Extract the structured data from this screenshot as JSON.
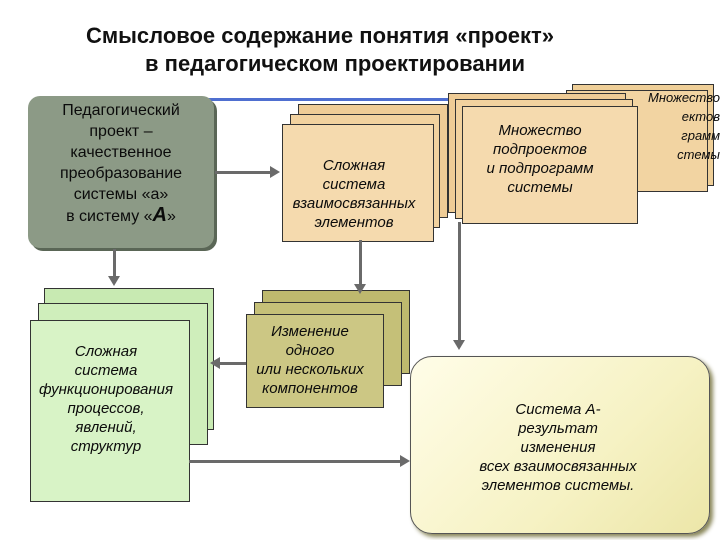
{
  "title": {
    "line1": "Смысловое содержание понятия «проект»",
    "line2": "в педагогическом проектировании"
  },
  "pedagogical_project": {
    "line1": "Педагогический",
    "line2": "проект –",
    "line3": "качественное",
    "line4": "преобразование",
    "line5": "системы «а»",
    "line6_prefix": "в систему «",
    "line6_letter": "А",
    "line6_suffix": "»"
  },
  "complex_system": {
    "line1": "Сложная",
    "line2": "система",
    "line3": "взаимосвязанных",
    "line4": "элементов"
  },
  "subprojects_front": {
    "line1": "Множество",
    "line2": "подпроектов",
    "line3": "и подпрограмм",
    "line4": "системы"
  },
  "subprojects_back": {
    "line1": "Множество",
    "line2": "ектов",
    "line3": "грамм",
    "line4": "стемы"
  },
  "functioning_system": {
    "line1": "Сложная",
    "line2": "система",
    "line3": "функционирования",
    "line4": "процессов,",
    "line5": "явлений,",
    "line6": "структур"
  },
  "change": {
    "line1": "Изменение",
    "line2": "одного",
    "line3": "или нескольких",
    "line4": "компонентов"
  },
  "result": {
    "line1": "Система А-",
    "line2": "результат",
    "line3": "изменения",
    "line4": "всех взаимосвязанных",
    "line5": "элементов системы."
  },
  "colors": {
    "sheet_tan": "#f1cf9a",
    "sheet_green": "#d4f2c0",
    "sheet_olive": "#c8c47c",
    "ped_box": "#8c9a86",
    "result_box": "#f6f2c4"
  }
}
